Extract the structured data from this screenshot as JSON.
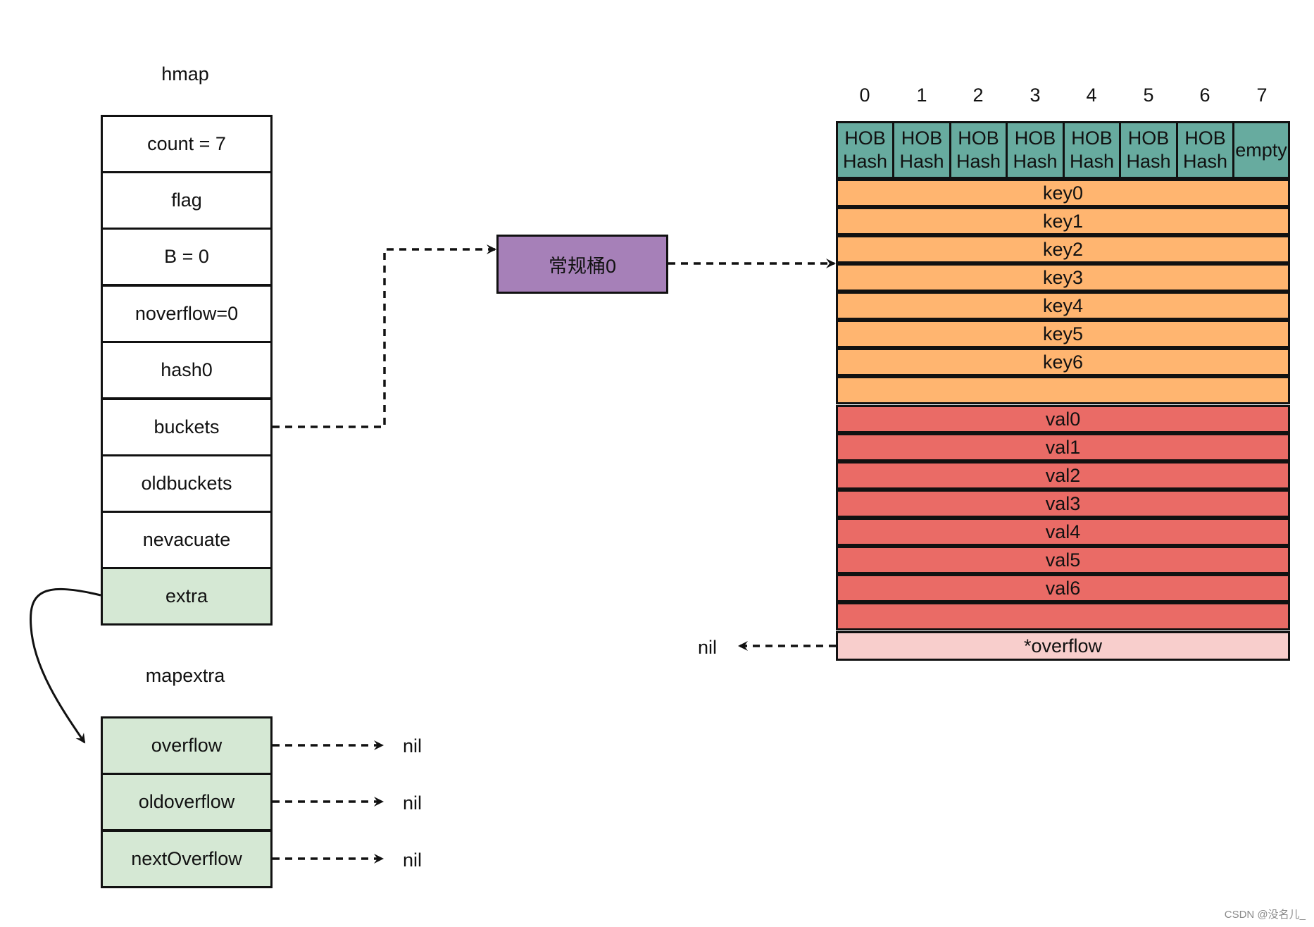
{
  "hmap": {
    "title": "hmap",
    "fields": [
      "count = 7",
      "flag",
      "B = 0",
      "noverflow=0",
      "hash0",
      "buckets",
      "oldbuckets",
      "nevacuate",
      "extra"
    ]
  },
  "mapextra": {
    "title": "mapextra",
    "fields": [
      "overflow",
      "oldoverflow",
      "nextOverflow"
    ]
  },
  "bucket_ref": {
    "label": "常规桶0"
  },
  "bucket": {
    "indices": [
      "0",
      "1",
      "2",
      "3",
      "4",
      "5",
      "6",
      "7"
    ],
    "tophash": [
      "HOB Hash",
      "HOB Hash",
      "HOB Hash",
      "HOB Hash",
      "HOB Hash",
      "HOB Hash",
      "HOB Hash",
      "empty"
    ],
    "keys": [
      "key0",
      "key1",
      "key2",
      "key3",
      "key4",
      "key5",
      "key6",
      ""
    ],
    "vals": [
      "val0",
      "val1",
      "val2",
      "val3",
      "val4",
      "val5",
      "val6",
      ""
    ],
    "overflow": "*overflow"
  },
  "nil_labels": {
    "bucket_overflow": "nil",
    "overflow": "nil",
    "oldoverflow": "nil",
    "nextOverflow": "nil"
  },
  "colors": {
    "tophash": "#67ab9f",
    "key": "#ffb570",
    "val": "#ea6b66",
    "overflow": "#f8cecc",
    "extra": "#d5e8d4",
    "bucket_ref": "#a680b8"
  },
  "watermark": "CSDN @没名儿_"
}
